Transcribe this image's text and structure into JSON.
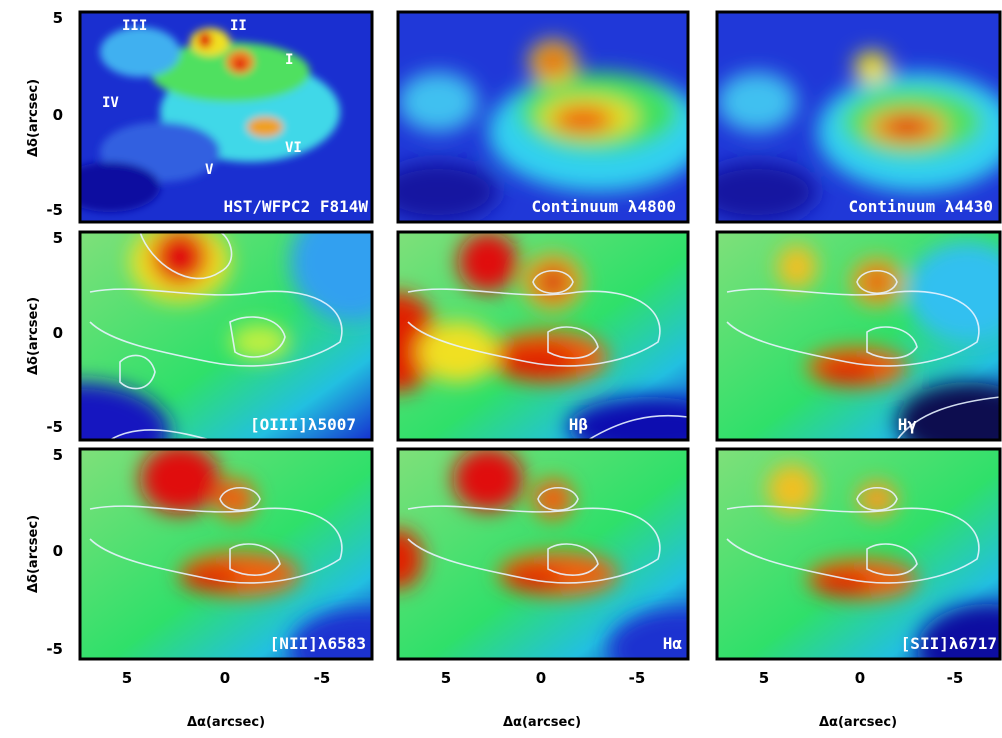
{
  "figure": {
    "axis_labels": {
      "y": "Δδ(arcsec)",
      "x": "Δα(arcsec)"
    },
    "y_ticks": [
      "5",
      "0",
      "-5"
    ],
    "x_ticks": [
      "5",
      "0",
      "-5"
    ],
    "panels": [
      {
        "id": "hst",
        "label": "HST/WFPC2 F814W"
      },
      {
        "id": "cont4800",
        "label": "Continuum λ4800"
      },
      {
        "id": "cont4430",
        "label": "Continuum λ4430"
      },
      {
        "id": "o3",
        "label": "[OIII]λ5007"
      },
      {
        "id": "hb",
        "label": "Hβ"
      },
      {
        "id": "hg",
        "label": "Hγ"
      },
      {
        "id": "n2",
        "label": "[NII]λ6583"
      },
      {
        "id": "ha",
        "label": "Hα"
      },
      {
        "id": "s2",
        "label": "[SII]λ6717"
      }
    ],
    "annotations": [
      "III",
      "II",
      "I",
      "IV",
      "V",
      "VI"
    ]
  }
}
